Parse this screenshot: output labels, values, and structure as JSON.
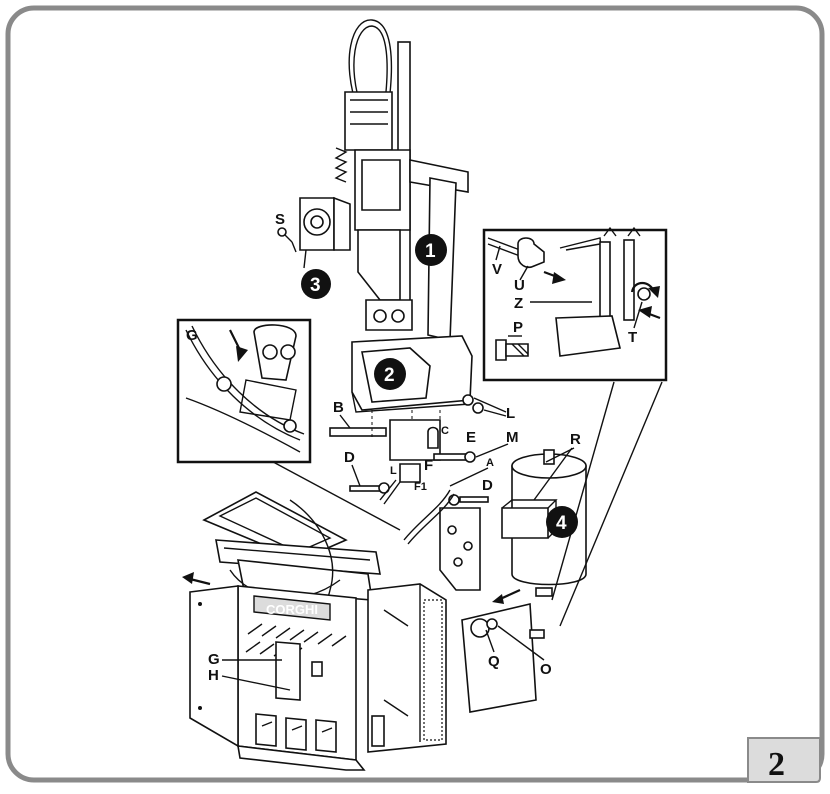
{
  "page": {
    "number": "2"
  },
  "brand": "CORGHI",
  "callouts": [
    "1",
    "2",
    "3",
    "4"
  ],
  "labels": {
    "S": "S",
    "B": "B",
    "C": "C",
    "E": "E",
    "M": "M",
    "L": "L",
    "D1": "D",
    "D2": "D",
    "F": "F",
    "F1": "F1",
    "Lsmall": "L",
    "A": "A",
    "R": "R",
    "G_main": "G",
    "H": "H",
    "Q": "Q",
    "O": "O",
    "G_inset": "G",
    "V": "V",
    "U": "U",
    "Z": "Z",
    "P": "P",
    "T": "T"
  },
  "colors": {
    "frame": "#8a8a8a",
    "ink": "#111111",
    "badge": "#dcdcdc"
  }
}
